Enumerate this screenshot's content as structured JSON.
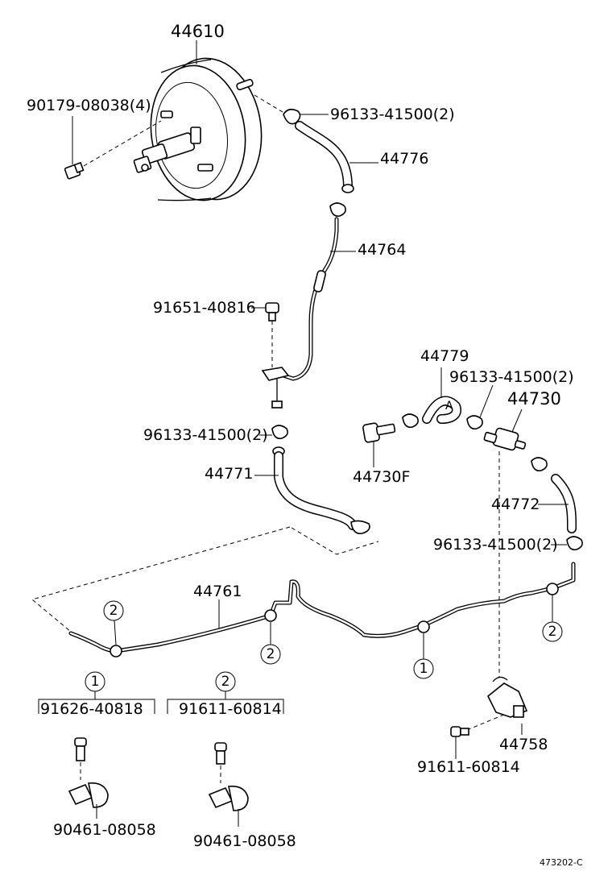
{
  "labels": {
    "booster": "44610",
    "booster_bolt": "90179-08038(4)",
    "clip_top": "96133-41500(2)",
    "hose_upper": "44776",
    "pipe_upper": "44764",
    "bolt_mid": "91651-40816",
    "clip_mid_left": "96133-41500(2)",
    "hose_mid": "44771",
    "check_valve_hose": "44779",
    "clip_mid_right": "96133-41500(2)",
    "check_valve": "44730",
    "union": "44730F",
    "hose_right": "44772",
    "clip_right": "96133-41500(2)",
    "pipe_main": "44761",
    "bracket": "44758",
    "bolt_bracket": "91611-60814",
    "group1_bolt": "91626-40818",
    "group1_clamp": "90461-08058",
    "group2_bolt": "91611-60814",
    "group2_clamp": "90461-08058"
  },
  "callouts": {
    "c1": "2",
    "c2": "2",
    "c3": "1",
    "c4": "2",
    "g1": "1",
    "g2": "2"
  },
  "diagram_code": "473202-C"
}
